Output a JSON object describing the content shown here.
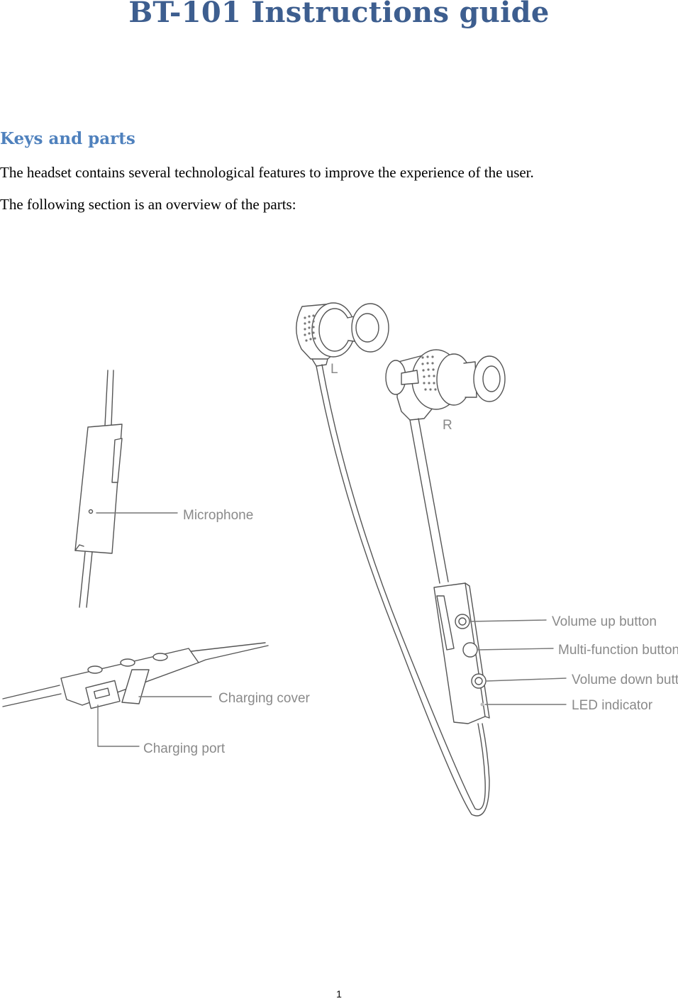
{
  "document": {
    "title": "BT-101 Instructions guide",
    "section_heading": "Keys and parts",
    "paragraph_1": "The headset contains several technological features to improve the experience of the user.",
    "paragraph_2": "The following section is an overview of the parts:",
    "page_number": "1"
  },
  "figure": {
    "labels": {
      "left": "L",
      "right": "R",
      "microphone": "Microphone",
      "charging_cover": "Charging cover",
      "charging_port": "Charging port",
      "volume_up": "Volume up button",
      "multi_function": "Multi-function button",
      "volume_down": "Volume down button",
      "led": "LED indicator"
    }
  },
  "colors": {
    "title": "#3d5e8f",
    "heading": "#4f81bd",
    "label_text": "#8a8a8a",
    "line_art": "#555555"
  }
}
